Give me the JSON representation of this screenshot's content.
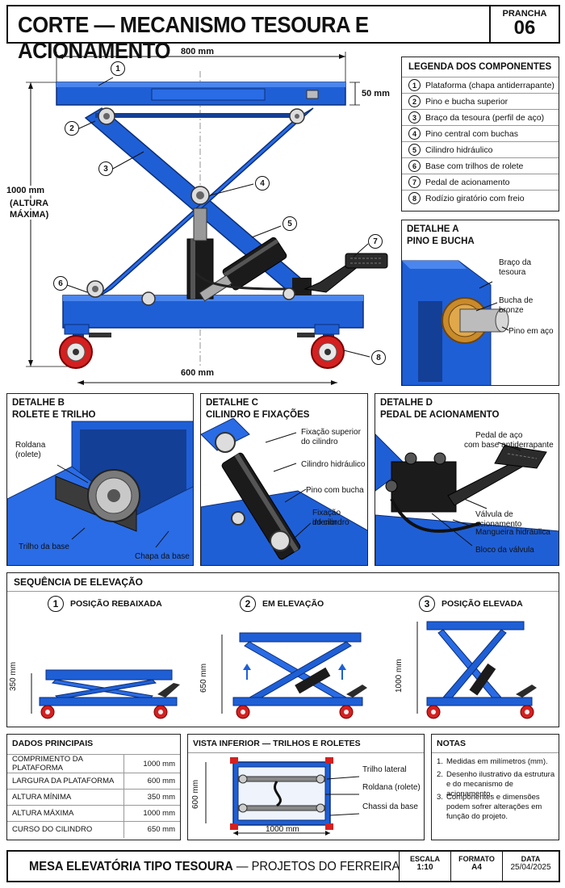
{
  "header": {
    "title": "CORTE — MECANISMO TESOURA E ACIONAMENTO",
    "prancha_label": "PRANCHA",
    "prancha_num": "06"
  },
  "main_view": {
    "dim_top": "800 mm",
    "dim_thickness": "50 mm",
    "dim_height": "1000 mm",
    "dim_height_note1": "(ALTURA",
    "dim_height_note2": "MÁXIMA)",
    "dim_base": "600 mm",
    "callouts": [
      "1",
      "2",
      "3",
      "4",
      "5",
      "6",
      "7",
      "8"
    ]
  },
  "legend": {
    "title": "LEGENDA DOS COMPONENTES",
    "items": [
      {
        "n": "1",
        "label": "Plataforma (chapa antiderrapante)"
      },
      {
        "n": "2",
        "label": "Pino e bucha superior"
      },
      {
        "n": "3",
        "label": "Braço da tesoura (perfil de aço)"
      },
      {
        "n": "4",
        "label": "Pino central com buchas"
      },
      {
        "n": "5",
        "label": "Cilindro hidráulico"
      },
      {
        "n": "6",
        "label": "Base com trilhos de rolete"
      },
      {
        "n": "7",
        "label": "Pedal de acionamento"
      },
      {
        "n": "8",
        "label": "Rodízio giratório com freio"
      }
    ]
  },
  "detail_a": {
    "title1": "DETALHE A",
    "title2": "PINO E BUCHA",
    "c1": "Braço da",
    "c1b": "tesoura",
    "c2": "Bucha de bronze",
    "c3": "Pino em aço"
  },
  "detail_b": {
    "title1": "DETALHE B",
    "title2": "ROLETE E TRILHO",
    "c1": "Roldana",
    "c1b": "(rolete)",
    "c2": "Trilho da base",
    "c3": "Chapa da base"
  },
  "detail_c": {
    "title1": "DETALHE C",
    "title2": "CILINDRO E FIXAÇÕES",
    "c1": "Fixação superior",
    "c1b": "do cilindro",
    "c2": "Cilindro hidráulico",
    "c3": "Pino com bucha",
    "c4": "Fixação inferior",
    "c4b": "do cilindro"
  },
  "detail_d": {
    "title1": "DETALHE D",
    "title2": "PEDAL DE ACIONAMENTO",
    "c1": "Pedal de aço",
    "c1b": "com base antiderrapante",
    "c2": "Válvula de acionamento",
    "c3": "Mangueira hidráulica",
    "c4": "Bloco da válvula"
  },
  "sequence": {
    "title": "SEQUÊNCIA DE ELEVAÇÃO",
    "steps": [
      {
        "n": "1",
        "label": "POSIÇÃO REBAIXADA",
        "dim": "350 mm"
      },
      {
        "n": "2",
        "label": "EM ELEVAÇÃO",
        "dim": "650 mm"
      },
      {
        "n": "3",
        "label": "POSIÇÃO ELEVADA",
        "dim": "1000 mm"
      }
    ]
  },
  "dados": {
    "title": "DADOS PRINCIPAIS",
    "rows": [
      {
        "k": "COMPRIMENTO DA PLATAFORMA",
        "v": "1000 mm"
      },
      {
        "k": "LARGURA DA PLATAFORMA",
        "v": "600 mm"
      },
      {
        "k": "ALTURA MÍNIMA",
        "v": "350 mm"
      },
      {
        "k": "ALTURA MÁXIMA",
        "v": "1000 mm"
      },
      {
        "k": "CURSO DO CILINDRO",
        "v": "650 mm"
      }
    ]
  },
  "vista": {
    "title": "VISTA INFERIOR — TRILHOS E ROLETES",
    "c1": "Trilho lateral",
    "c2": "Roldana (rolete)",
    "c3": "Chassi da base",
    "dim_w": "1000 mm",
    "dim_h": "600 mm"
  },
  "notas": {
    "title": "NOTAS",
    "items": [
      {
        "n": "1.",
        "l1": "Medidas em milímetros (mm).",
        "l2": "",
        "l3": ""
      },
      {
        "n": "2.",
        "l1": "Desenho ilustrativo da estrutura",
        "l2": "e do mecanismo de acionamento.",
        "l3": ""
      },
      {
        "n": "3.",
        "l1": "Componentes e dimensões",
        "l2": "podem sofrer alterações em",
        "l3": "função do projeto."
      }
    ]
  },
  "footer": {
    "title_bold": "MESA ELEVATÓRIA TIPO TESOURA",
    "title_rest": " — PROJETOS DO FERREIRA",
    "escala_lbl": "ESCALA",
    "escala": "1:10",
    "formato_lbl": "FORMATO",
    "formato": "A4",
    "data_lbl": "DATA",
    "data": "25/04/2025"
  },
  "colors": {
    "steel_blue": "#1f5fd6",
    "steel_dark": "#133f96",
    "cylinder": "#1b1b1b",
    "wheel_red": "#d42020"
  }
}
